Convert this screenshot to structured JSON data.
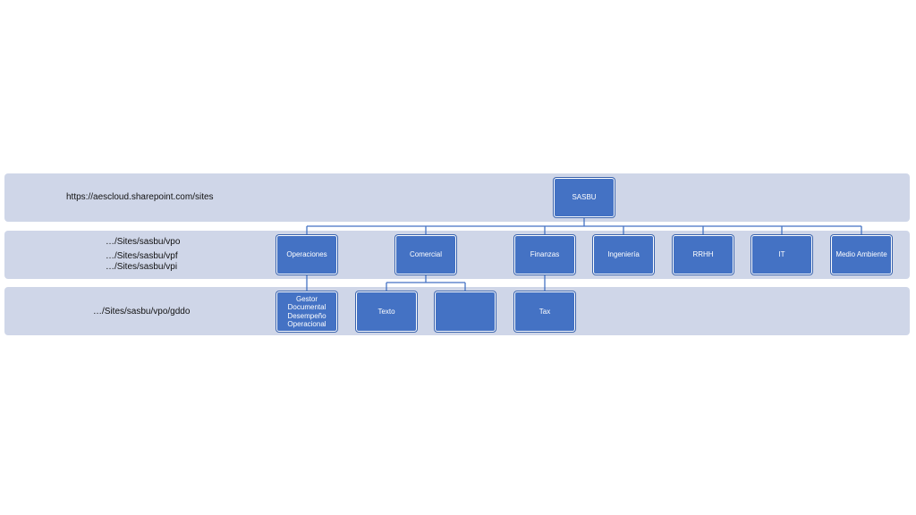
{
  "levels": {
    "root_label": "https://aescloud.sharepoint.com/sites",
    "level1_labels": [
      "…/Sites/sasbu/vpo",
      "…/Sites/sasbu/vpf",
      "…/Sites/sasbu/vpi"
    ],
    "level2_label": "…/Sites/sasbu/vpo/gddo"
  },
  "org": {
    "root": "SASBU",
    "departments": [
      "Operaciones",
      "Comercial",
      "Finanzas",
      "Ingeniería",
      "RRHH",
      "IT",
      "Medio Ambiente"
    ],
    "operaciones_children": [
      "Gestor Documental Desempeño Operacional"
    ],
    "comercial_children": [
      "Texto",
      ""
    ],
    "finanzas_children": [
      "Tax"
    ]
  },
  "colors": {
    "node_fill": "#4472c4",
    "band_fill": "#cfd6e8",
    "connector": "#4472c4"
  }
}
